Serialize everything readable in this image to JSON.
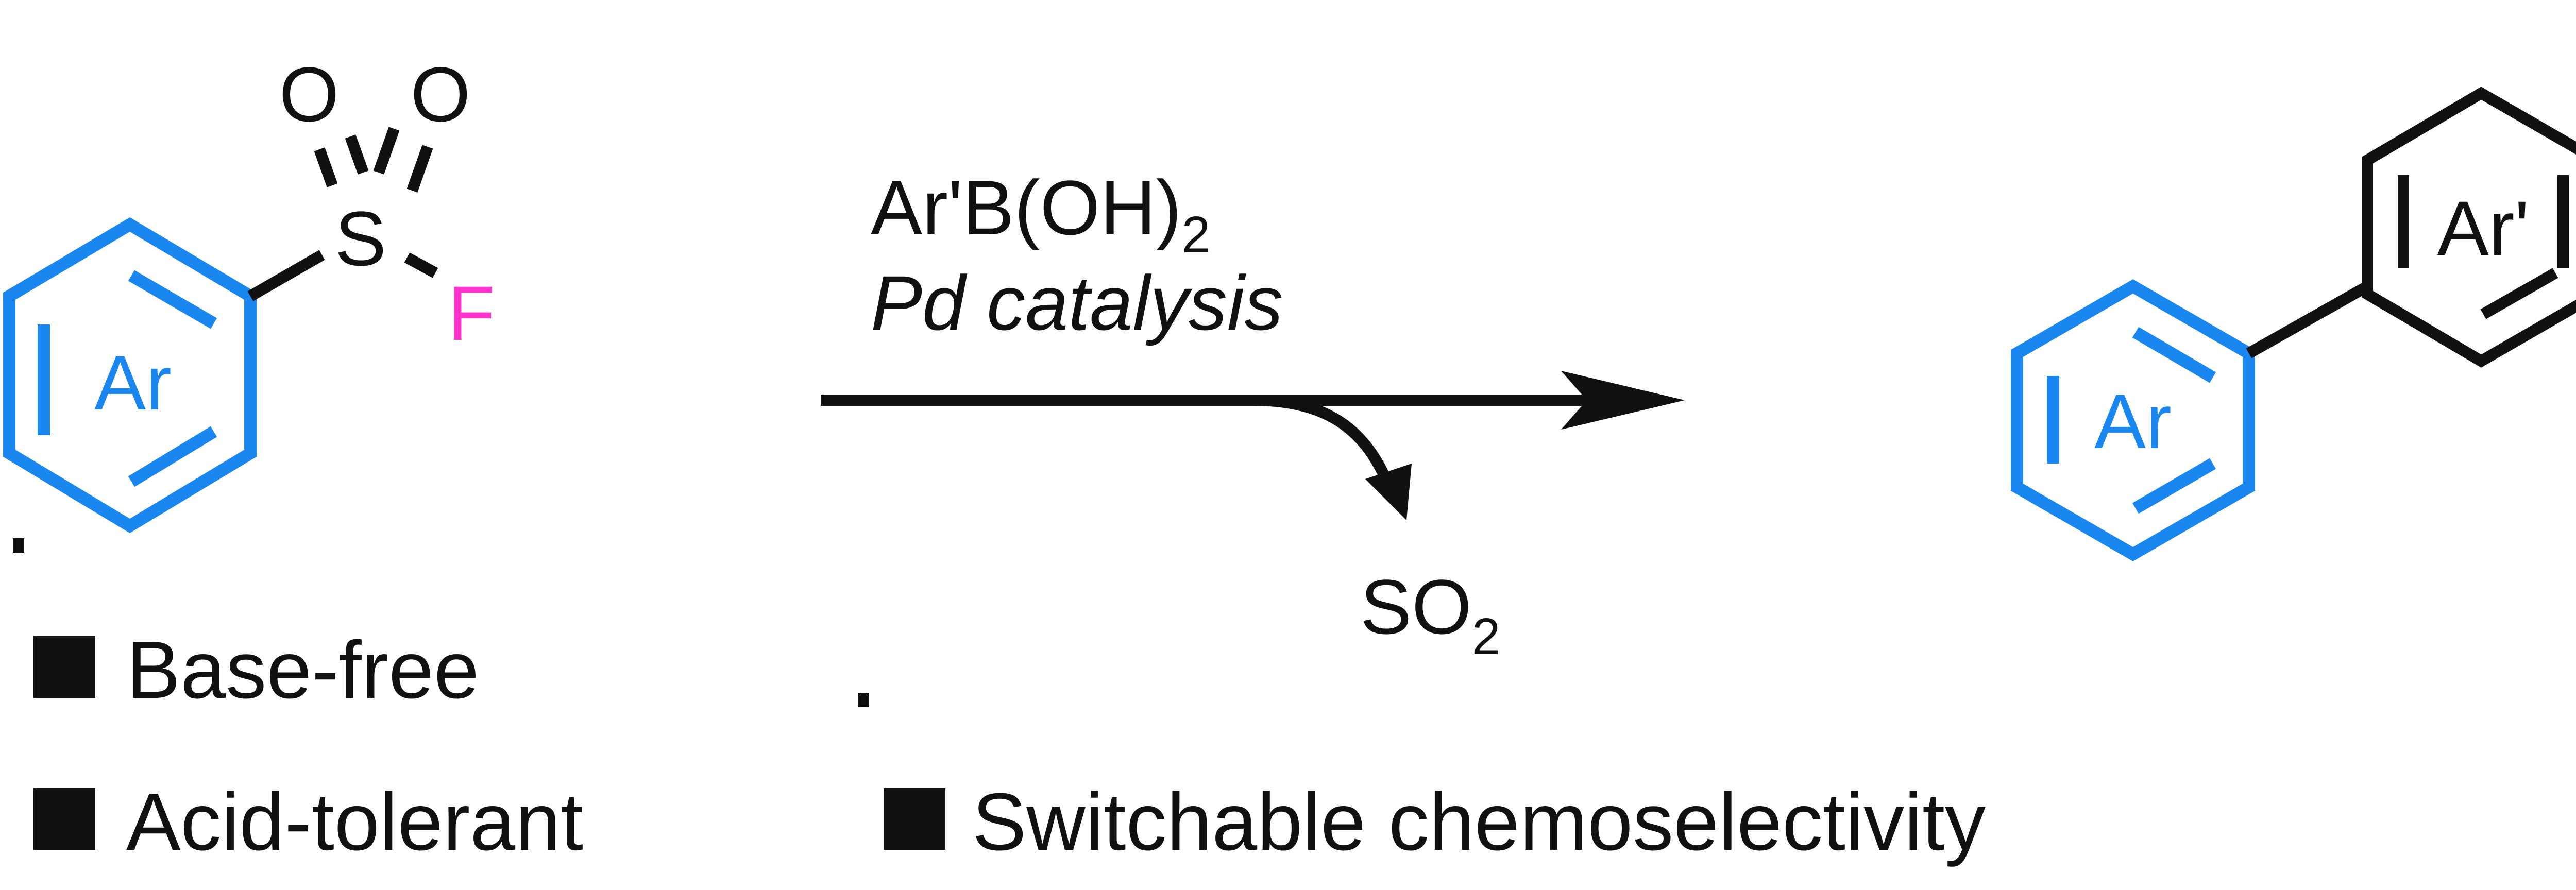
{
  "reactant": {
    "ring_label": "Ar",
    "sulfur": "S",
    "oxygen_1": "O",
    "oxygen_2": "O",
    "fluorine": "F"
  },
  "conditions": {
    "reagent": "Ar'B(OH)",
    "reagent_subscript": "2",
    "catalyst": "Pd catalysis",
    "byproduct": "SO",
    "byproduct_subscript": "2"
  },
  "product": {
    "ring_1_label": "Ar",
    "ring_2_label": "Ar'"
  },
  "features": [
    "Base-free",
    "Acid-tolerant",
    "Switchable chemoselectivity"
  ],
  "colors": {
    "aryl": "#1a86f0",
    "fluorine": "#ff33cc",
    "bonds": "#111111"
  }
}
